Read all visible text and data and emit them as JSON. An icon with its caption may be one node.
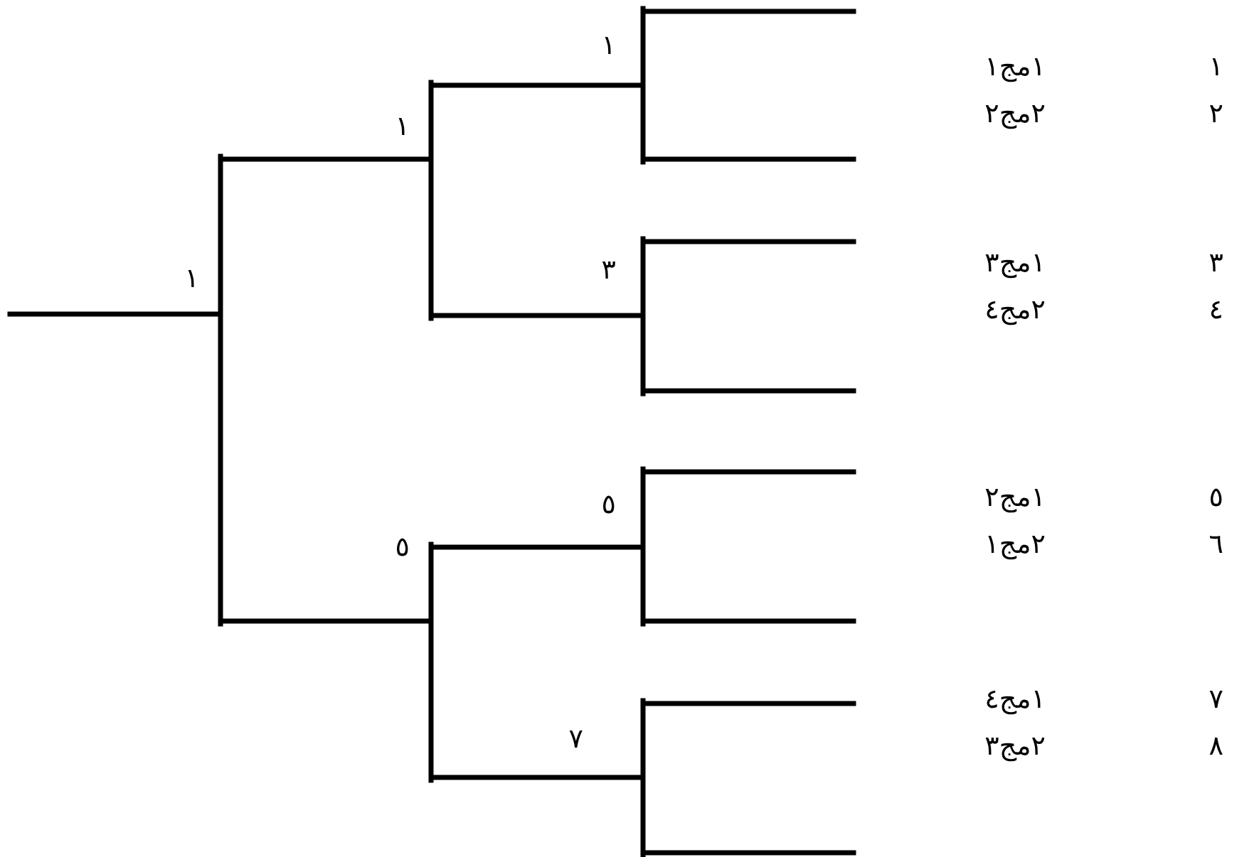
{
  "diagram": {
    "labels": [
      "١",
      "١مج١",
      "١",
      "٢",
      "٢مج٢",
      "١",
      "٣",
      "١مج٣",
      "٣",
      "١",
      "٤",
      "٢مج٤",
      "٥",
      "١مج٢",
      "٥",
      "٦",
      "٢مج١",
      "٥",
      "٧",
      "١مج٤",
      "٧",
      "٨",
      "٢مج٣"
    ]
  }
}
